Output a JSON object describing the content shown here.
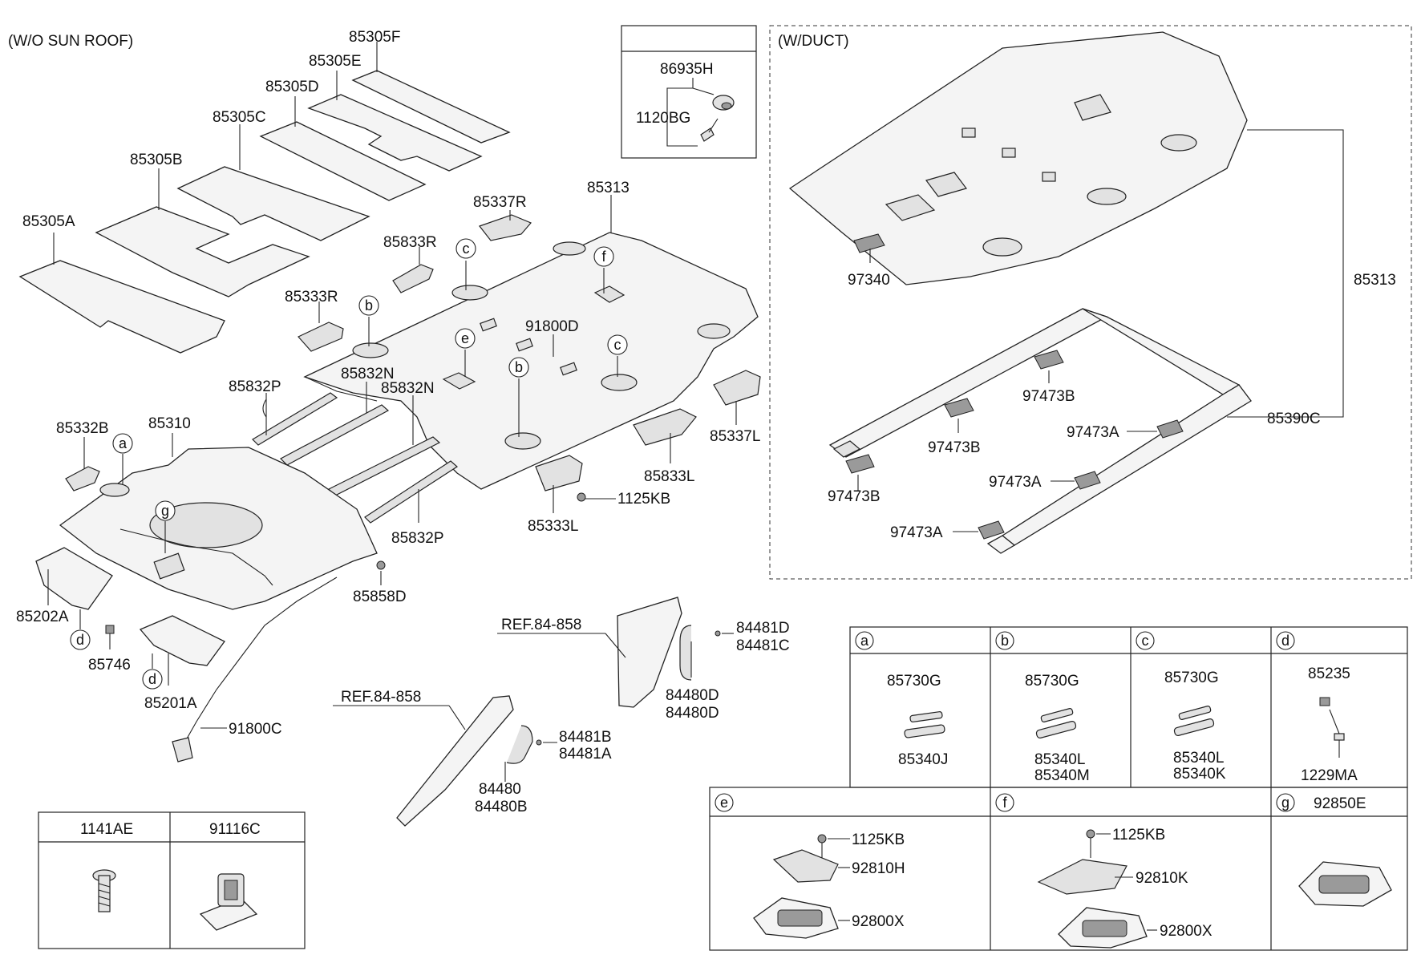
{
  "headers": {
    "wo_sunroof": "(W/O SUN ROOF)",
    "w_duct": "(W/DUCT)"
  },
  "callouts": {
    "a": "a",
    "b": "b",
    "c": "c",
    "d": "d",
    "e": "e",
    "f": "f",
    "g": "g"
  },
  "labels": {
    "p85305F": "85305F",
    "p85305E": "85305E",
    "p85305D": "85305D",
    "p85305C": "85305C",
    "p85305B": "85305B",
    "p85305A": "85305A",
    "p86935H": "86935H",
    "p1120BG": "1120BG",
    "p85337R": "85337R",
    "p85313_main": "85313",
    "p85833R": "85833R",
    "p85333R": "85333R",
    "p91800D": "91800D",
    "p85832P_top": "85832P",
    "p85832N_1": "85832N",
    "p85832N_2": "85832N",
    "p85332B": "85332B",
    "p85310": "85310",
    "p85337L": "85337L",
    "p85833L": "85833L",
    "p1125KB_main": "1125KB",
    "p85333L": "85333L",
    "p85832P_bottom": "85832P",
    "p85858D": "85858D",
    "p85202A": "85202A",
    "p85746": "85746",
    "p85201A": "85201A",
    "p91800C": "91800C",
    "p97340": "97340",
    "p85313_duct": "85313",
    "p97473B_1": "97473B",
    "p97473B_2": "97473B",
    "p97473B_3": "97473B",
    "p97473A_1": "97473A",
    "p97473A_2": "97473A",
    "p97473A_3": "97473A",
    "p85390C": "85390C",
    "ref_1": "REF.84-858",
    "ref_2": "REF.84-858",
    "p84481D": "84481D",
    "p84481C": "84481C",
    "p84480D_1": "84480D",
    "p84480D_2": "84480D",
    "p84481B": "84481B",
    "p84481A": "84481A",
    "p84480": "84480",
    "p84480B": "84480B"
  },
  "detail_table_top": {
    "cells": [
      {
        "tag": "a",
        "top": "85730G",
        "bottom": [
          "85340J"
        ]
      },
      {
        "tag": "b",
        "top": "85730G",
        "bottom": [
          "85340L",
          "85340M"
        ]
      },
      {
        "tag": "c",
        "top": "85730G",
        "bottom": [
          "85340L",
          "85340K"
        ]
      },
      {
        "tag": "d",
        "top": "85235",
        "bottom": [
          "1229MA"
        ]
      }
    ]
  },
  "detail_table_bottom": {
    "cells": [
      {
        "tag": "e",
        "parts": [
          "1125KB",
          "92810H",
          "92800X"
        ]
      },
      {
        "tag": "f",
        "parts": [
          "1125KB",
          "92810K",
          "92800X"
        ]
      },
      {
        "tag": "g",
        "title": "92850E"
      }
    ]
  },
  "fastener_table": {
    "headers": [
      "1141AE",
      "91116C"
    ]
  }
}
